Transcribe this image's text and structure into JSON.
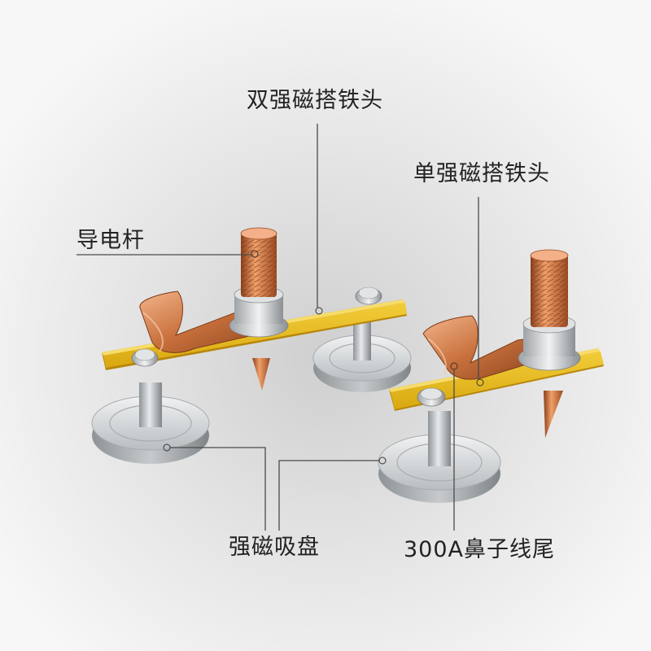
{
  "labels": {
    "double_magnet_clamp": "双强磁搭铁头",
    "single_magnet_clamp": "单强磁搭铁头",
    "conductive_rod": "导电杆",
    "strong_magnet_base": "强磁吸盘",
    "cable_lug_300a": "300A鼻子线尾"
  },
  "colors": {
    "background": "#f4f4f4",
    "leader_line": "#4a4a4a",
    "copper": "#c8703c",
    "insulation_board": "#e3b718",
    "magnet_steel": "#c9ccce"
  }
}
